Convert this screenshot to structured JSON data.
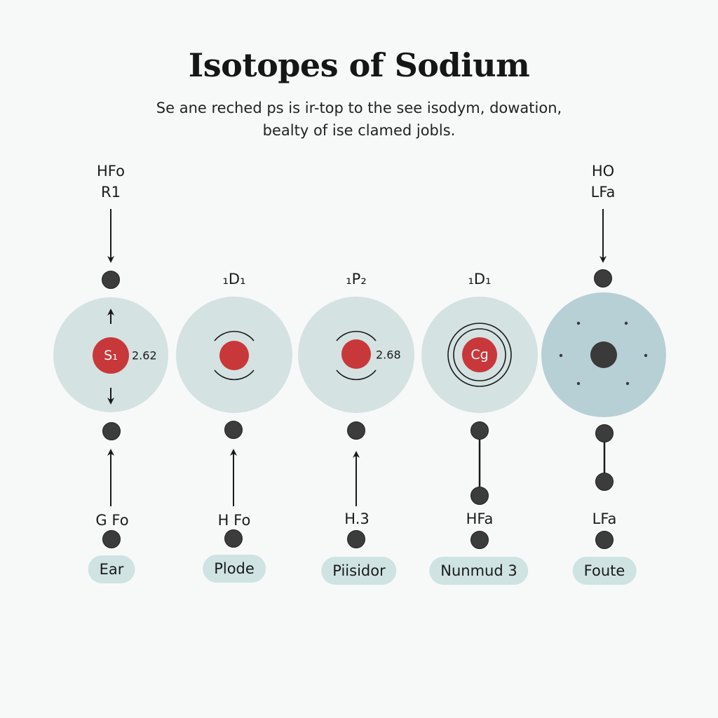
{
  "title": "Isotopes of Sodium",
  "subtitle": {
    "line1": "Se ane reched ps is ir-top to the see isodym, dowation,",
    "line2": "bealty of ise clamed jobls."
  },
  "colors": {
    "nucleus": "#c8383a",
    "dark_nucleus": "#3a3a3a",
    "atom_fill": "#d4e2e1",
    "atom_fill_last": "#b7d0d6",
    "pill": "#cfe3e3"
  },
  "columns": [
    {
      "top_label_1": "HFo",
      "top_label_2": "R1",
      "center_label": "S₁",
      "side_value": "2.62",
      "bottom_label": "G Fo",
      "pill": "Ear"
    },
    {
      "top_label_1": "₁D₁",
      "bottom_label": "H Fo",
      "pill": "Plode"
    },
    {
      "top_label_1": "₁P₂",
      "side_value": "2.68",
      "bottom_label": "H.3",
      "pill": "Piisidor"
    },
    {
      "top_label_1": "₁D₁",
      "center_label": "Cɡ",
      "bottom_label": "HFa",
      "pill": "Nunmud 3"
    },
    {
      "top_label_1": "HO",
      "top_label_2": "LFa",
      "bottom_label": "LFa",
      "pill": "Foute"
    }
  ]
}
